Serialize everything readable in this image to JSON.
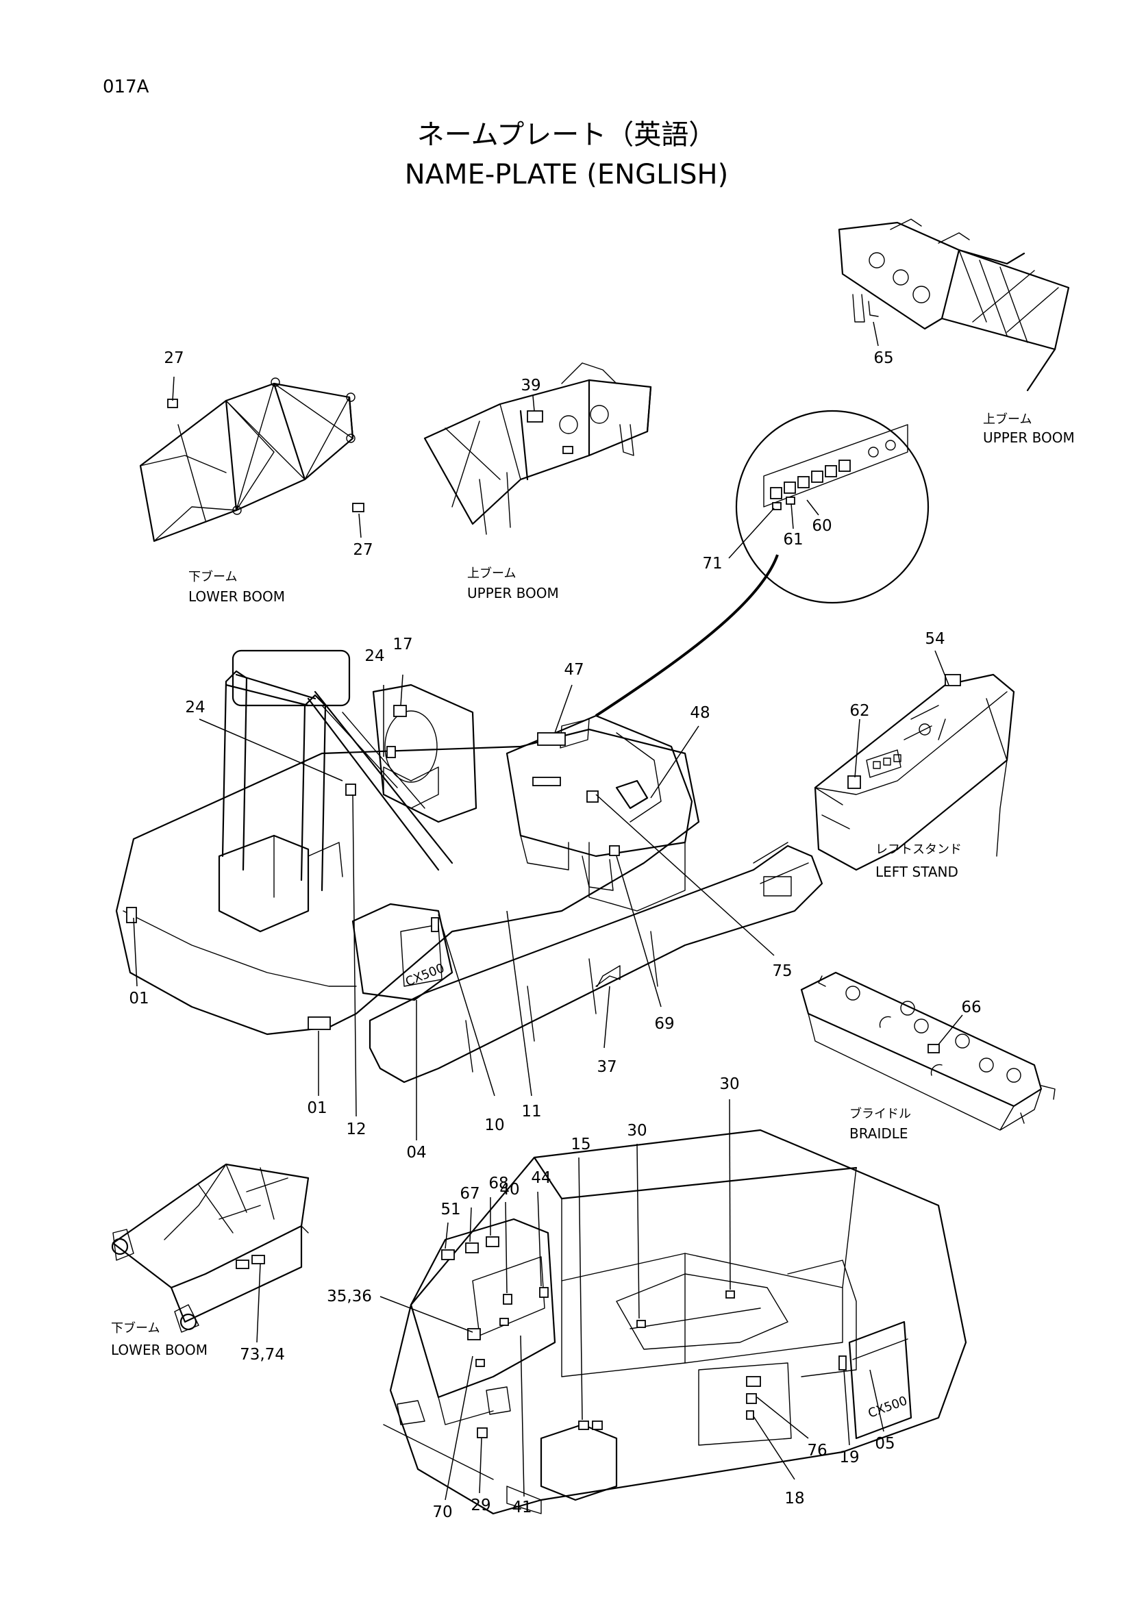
{
  "page_code": "017A",
  "title_jp": "ネームプレート（英語）",
  "title_en": "NAME-PLATE (ENGLISH)",
  "captions": {
    "lower_boom_top": {
      "jp": "下ブーム",
      "en": "LOWER BOOM"
    },
    "upper_boom_top": {
      "jp": "上ブーム",
      "en": "UPPER BOOM"
    },
    "upper_boom_right": {
      "jp": "上ブーム",
      "en": "UPPER BOOM"
    },
    "left_stand": {
      "jp": "レフトスタンド",
      "en": "LEFT STAND"
    },
    "braidle": {
      "jp": "ブライドル",
      "en": "BRAIDLE"
    },
    "lower_boom_bottom": {
      "jp": "下ブーム",
      "en": "LOWER BOOM"
    }
  },
  "model_marking": "CX500",
  "callouts": {
    "c27a": "27",
    "c27b": "27",
    "c39": "39",
    "c65": "65",
    "c71": "71",
    "c61": "61",
    "c60": "60",
    "c24a": "24",
    "c24b": "24",
    "c17": "17",
    "c47": "47",
    "c48": "48",
    "c54": "54",
    "c62": "62",
    "c01a": "01",
    "c01b": "01",
    "c12": "12",
    "c04": "04",
    "c10": "10",
    "c11": "11",
    "c37": "37",
    "c69": "69",
    "c75": "75",
    "c66": "66",
    "c30a": "30",
    "c30b": "30",
    "c15": "15",
    "c44": "44",
    "c40": "40",
    "c68": "68",
    "c67": "67",
    "c51": "51",
    "c3536": "35,36",
    "c7374": "73,74",
    "c70": "70",
    "c29": "29",
    "c41": "41",
    "c76": "76",
    "c18": "18",
    "c19": "19",
    "c05": "05"
  }
}
